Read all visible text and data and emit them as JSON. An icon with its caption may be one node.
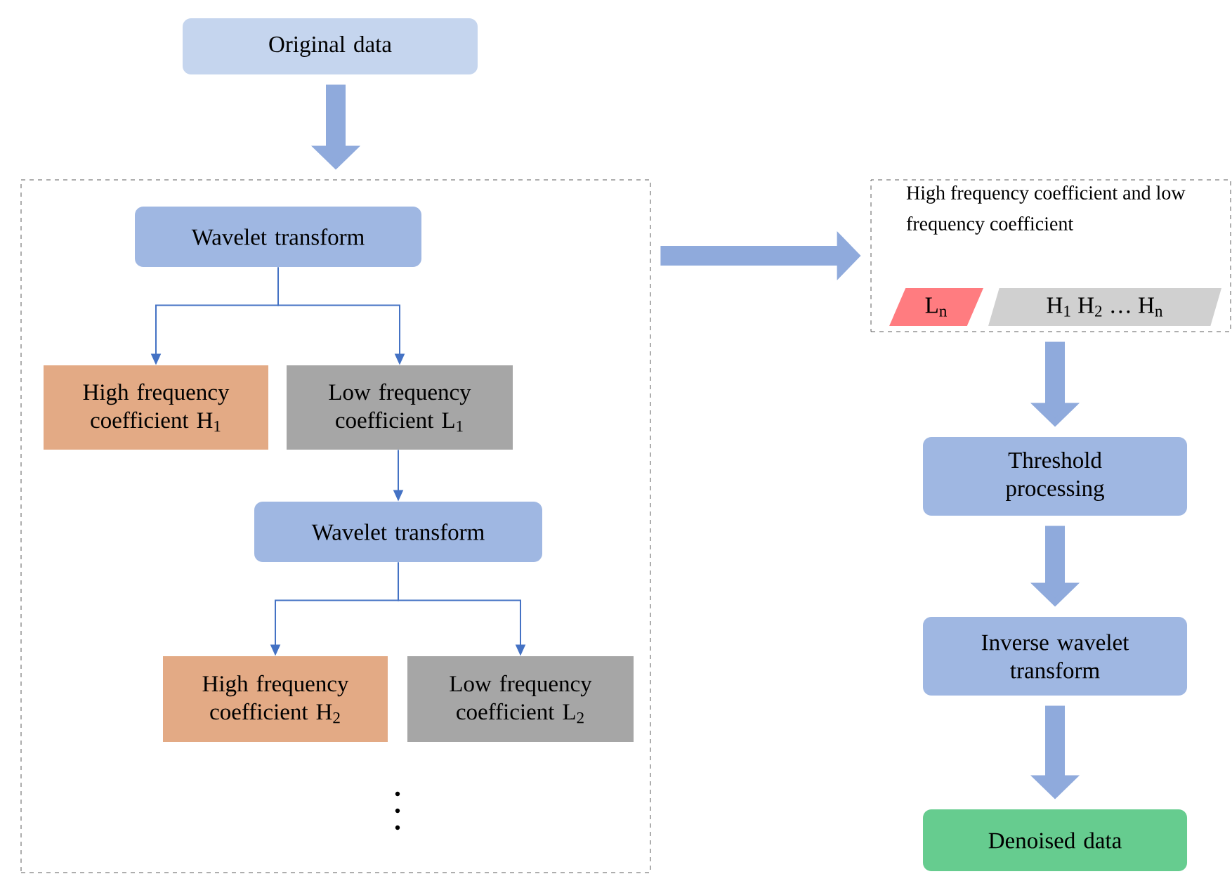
{
  "diagram": {
    "nodes": [
      {
        "text": [
          "Original data"
        ]
      },
      {
        "text": [],
        "shape": "box"
      },
      {
        "text": [
          "Wavelet transform"
        ],
        "in": 1
      },
      {
        "text": [
          "High frequency coefficient H$_{1}$"
        ],
        "in": 1
      },
      {
        "text": [
          "Low frequency coefficient L$_{1}$"
        ],
        "in": 1
      },
      {
        "text": [
          "Wavelet transform"
        ],
        "in": 1
      },
      {
        "text": [
          "High frequency coefficient H$_{2}$"
        ],
        "in": 1
      },
      {
        "text": [
          "Low frequency coefficient L$_{2}$"
        ],
        "in": 1
      },
      {
        "text": [
          "High frequency coefficient and low frequency coefficient"
        ]
      },
      {
        "text": [
          "L$_{n}$"
        ],
        "in": 8
      },
      {
        "text": [
          "H$_{1}$ H$_{2}$ … H$_{n}$"
        ],
        "in": 8
      },
      {
        "text": [
          "Threshold processing"
        ]
      },
      {
        "text": [
          "Inverse wavelet transform"
        ]
      },
      {
        "text": [
          "Denoised data"
        ]
      }
    ],
    "edges": [
      {
        "from": 0,
        "to": 1,
        "arrow": "to",
        "style": "thick",
        "color": "#8faadc"
      },
      {
        "from": 2,
        "to": 3,
        "arrow": "to"
      },
      {
        "from": 2,
        "to": 4,
        "arrow": "to"
      },
      {
        "from": 4,
        "to": 5,
        "arrow": "to"
      },
      {
        "from": 5,
        "to": 6,
        "arrow": "to"
      },
      {
        "from": 5,
        "to": 7,
        "arrow": "to"
      },
      {
        "from": 1,
        "to": 8,
        "arrow": "to",
        "style": "thick",
        "color": "#8faadc"
      },
      {
        "from": 8,
        "to": 11,
        "arrow": "to",
        "style": "thick",
        "color": "#8faadc"
      },
      {
        "from": 11,
        "to": 12,
        "arrow": "to",
        "style": "thick",
        "color": "#8faadc"
      },
      {
        "from": 12,
        "to": 13,
        "arrow": "to",
        "style": "thick",
        "color": "#8faadc"
      }
    ]
  }
}
